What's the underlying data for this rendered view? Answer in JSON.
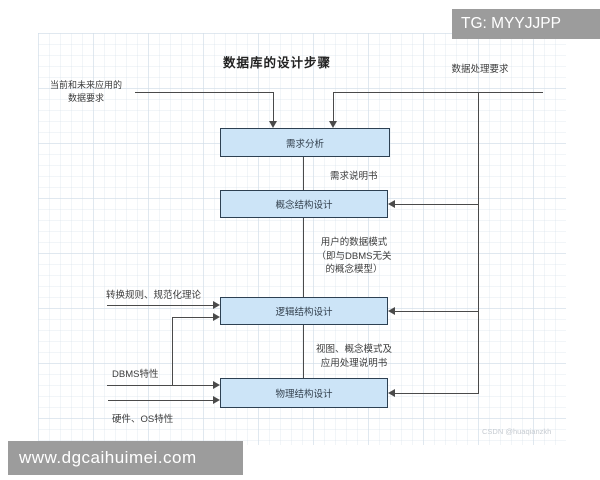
{
  "watermarks": {
    "tg": "TG: MYYJJPP",
    "site": "www.dgcaihuimei.com",
    "csdn": "CSDN @huaqianzkh"
  },
  "diagram": {
    "title": "数据库的设计步骤",
    "boxes": {
      "requirements_analysis": "需求分析",
      "conceptual_design": "概念结构设计",
      "logical_design": "逻辑结构设计",
      "physical_design": "物理结构设计"
    },
    "labels": {
      "current_future_data_req": "当前和未来应用的\n数据要求",
      "data_processing_req": "数据处理要求",
      "requirement_spec": "需求说明书",
      "user_data_model": "用户的数据模式\n（即与DBMS无关\n的概念模型）",
      "transform_rules": "转换规则、规范化理论",
      "dbms_features": "DBMS特性",
      "hardware_os_features": "硬件、OS特性",
      "view_schema_spec": "视图、概念模式及\n应用处理说明书"
    },
    "colors": {
      "box_fill": "#cce4f7",
      "box_border": "#2d4052",
      "connector": "#4a4a4a",
      "watermark_bg": "#9c9c9c",
      "watermark_text": "#ffffff",
      "csdn_text": "#c6cbd1"
    }
  }
}
